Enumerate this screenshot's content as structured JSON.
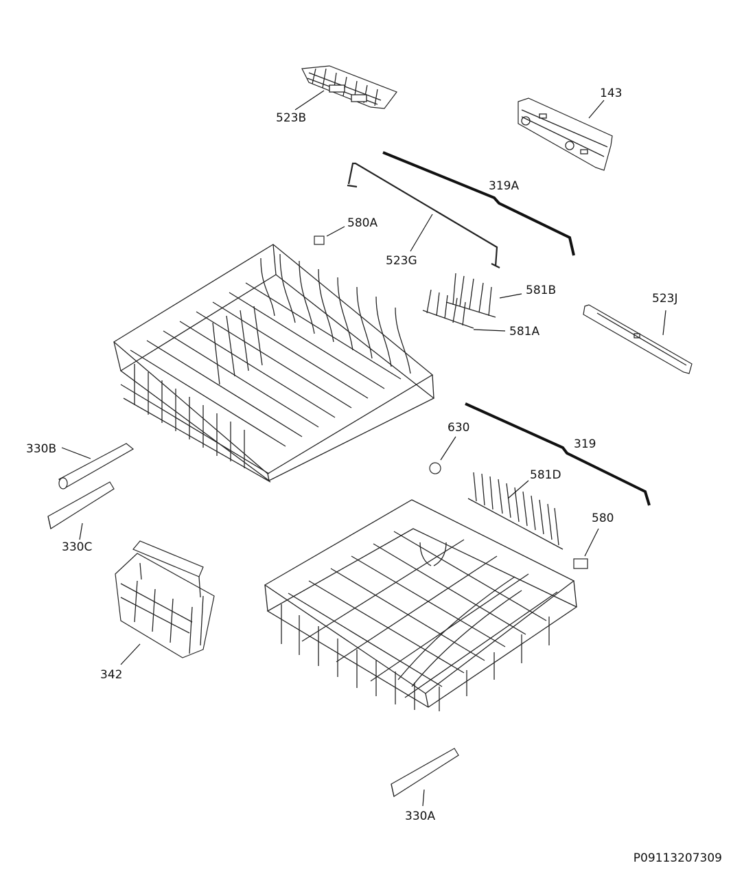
{
  "diagram": {
    "reference_code": "P09113207309",
    "labels": {
      "p523B": "523B",
      "p143": "143",
      "p319A": "319A",
      "p580A": "580A",
      "p523G": "523G",
      "p581B": "581B",
      "p581A": "581A",
      "p523J": "523J",
      "p630": "630",
      "p319": "319",
      "p581D": "581D",
      "p330B": "330B",
      "p580": "580",
      "p330C": "330C",
      "p342": "342",
      "p330A": "330A"
    }
  }
}
